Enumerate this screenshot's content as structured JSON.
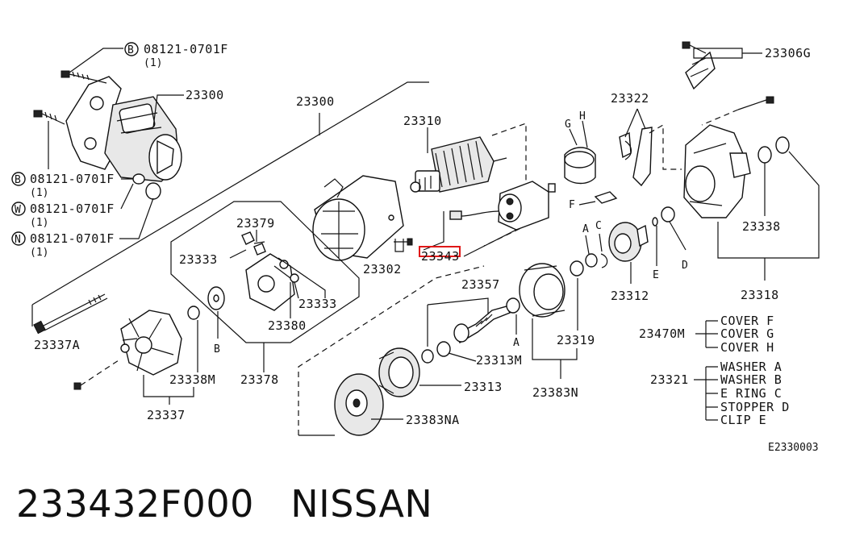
{
  "callouts": {
    "bolt_b_top": {
      "letter": "B",
      "code": "08121-0701F",
      "qty": "(1)"
    },
    "bolt_b_left": {
      "letter": "B",
      "code": "08121-0701F",
      "qty": "(1)"
    },
    "washer_w": {
      "letter": "W",
      "code": "08121-0701F",
      "qty": "(1)"
    },
    "nut_n": {
      "letter": "N",
      "code": "08121-0701F",
      "qty": "(1)"
    }
  },
  "parts": {
    "p23300_top": "23300",
    "p23300": "23300",
    "p23310": "23310",
    "p23379": "23379",
    "p23333_a": "23333",
    "p23333_b": "23333",
    "p23380": "23380",
    "p23378": "23378",
    "p23302": "23302",
    "p23343": "23343",
    "p23337A": "23337A",
    "p23338M": "23338M",
    "p23337": "23337",
    "p23357": "23357",
    "p23313M": "23313M",
    "p23313": "23313",
    "p23383NA": "23383NA",
    "p23319": "23319",
    "p23383N": "23383N",
    "p23312": "23312",
    "p23322": "23322",
    "p23306G": "23306G",
    "p23338": "23338",
    "p23318": "23318"
  },
  "letters": {
    "b": "B",
    "a1": "A",
    "a2": "A",
    "c": "C",
    "e": "E",
    "d": "D",
    "f": "F",
    "g": "G",
    "h": "H"
  },
  "legend_cover": {
    "code": "23470M",
    "items": [
      "COVER F",
      "COVER G",
      "COVER H"
    ]
  },
  "legend_washer": {
    "code": "23321",
    "items": [
      "WASHER A",
      "WASHER B",
      "E RING C",
      "STOPPER D",
      "CLIP E"
    ]
  },
  "diagram_code": "E2330003",
  "caption": "233432F000   NISSAN"
}
